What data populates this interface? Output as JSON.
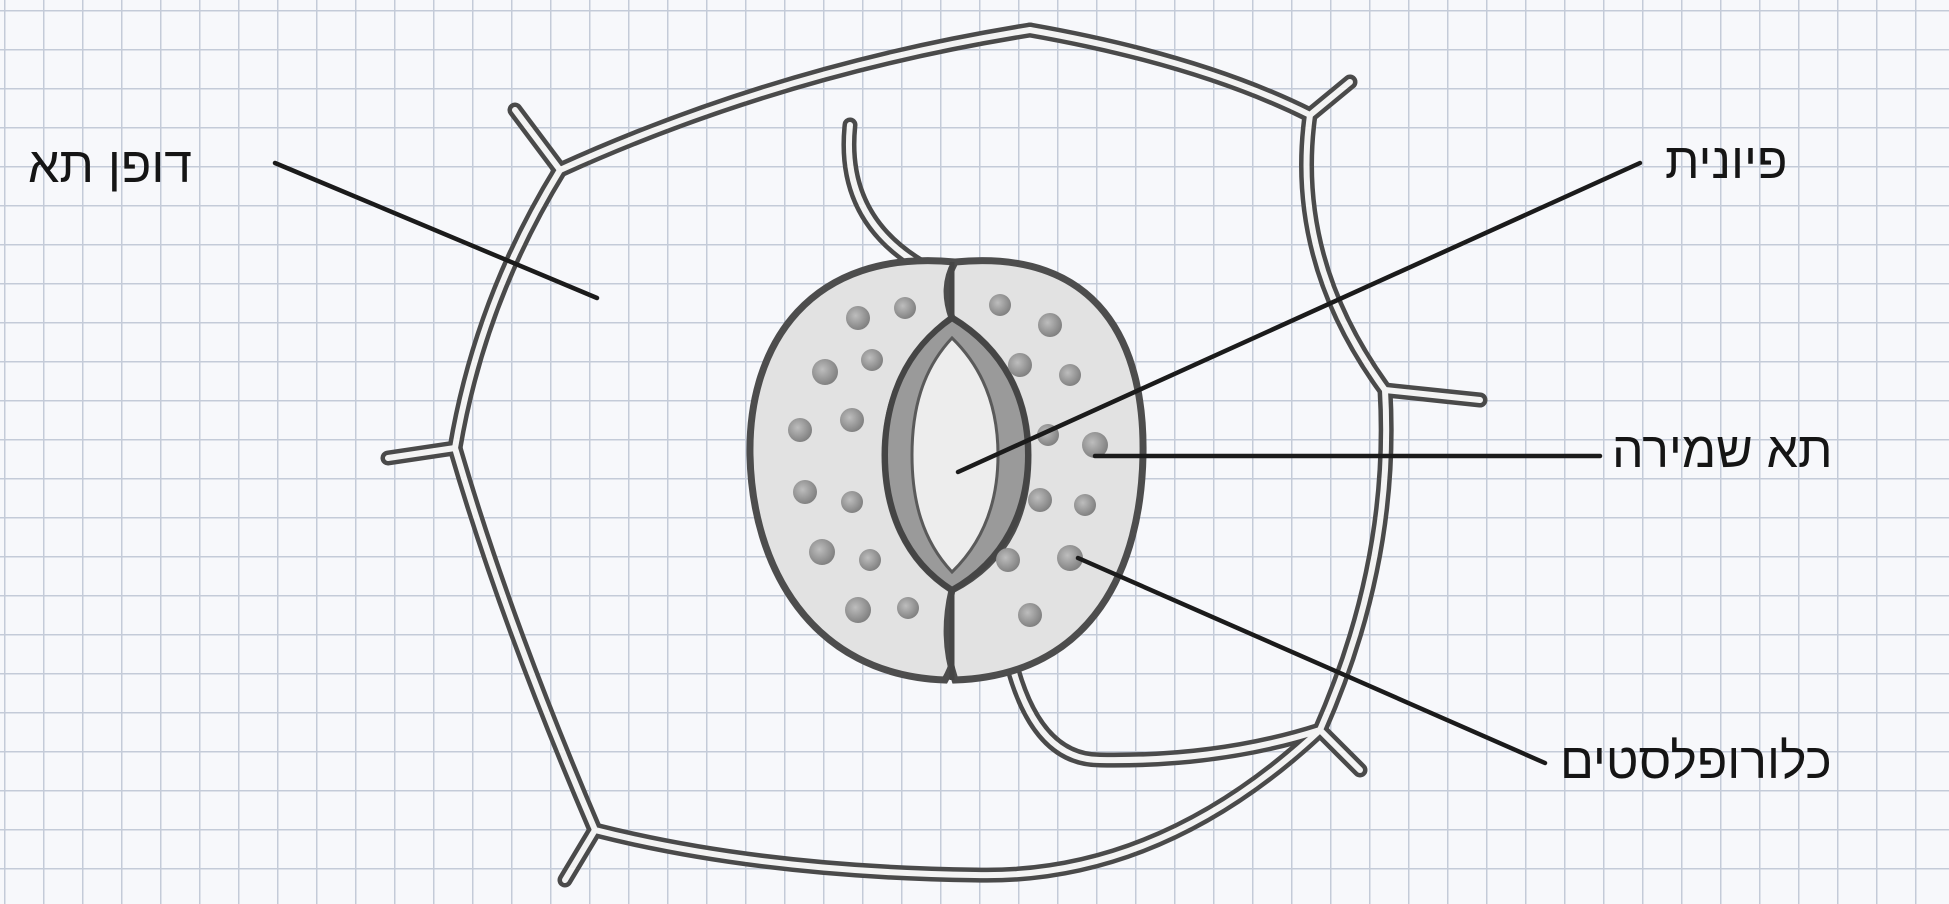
{
  "diagram": {
    "labels": {
      "epidermal_cell": "דופן תא",
      "pore": "פיונית",
      "guard_cell": "תא שמירה",
      "chloroplasts": "כלורופלסטים"
    },
    "colors": {
      "background": "#f7f8fb",
      "grid": "#c4cbd8",
      "ink": "#3a3a3a",
      "guard_fill": "#e3e3e3",
      "chloroplast": "#8f8f8f"
    }
  }
}
